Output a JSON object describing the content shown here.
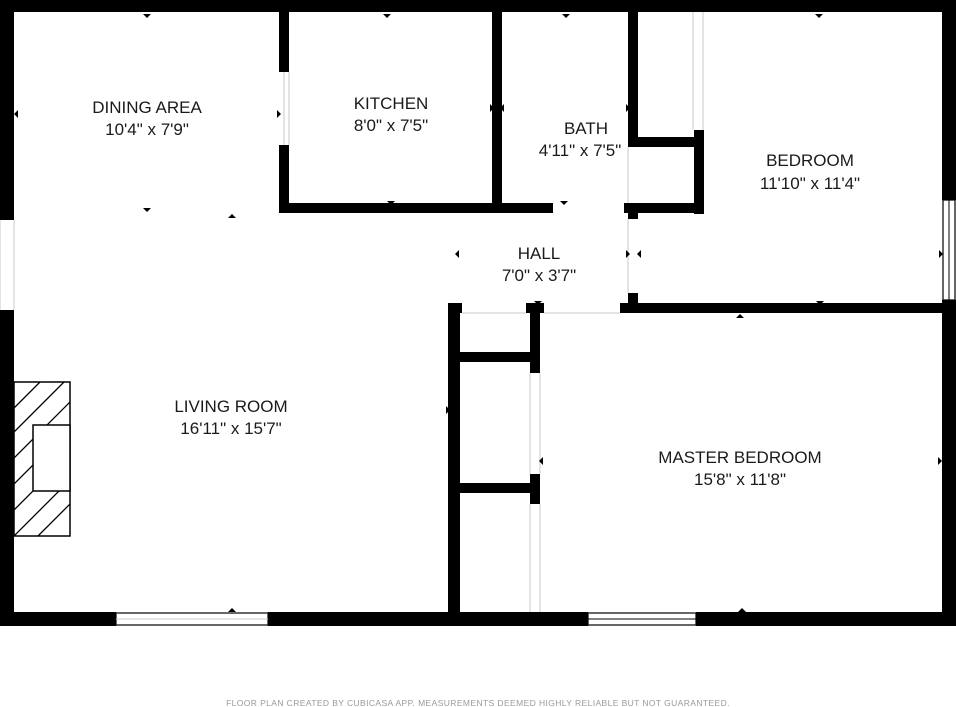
{
  "rooms": {
    "dining": {
      "name": "DINING AREA",
      "dims": "10'4\" x 7'9\""
    },
    "kitchen": {
      "name": "KITCHEN",
      "dims": "8'0\" x 7'5\""
    },
    "bath": {
      "name": "BATH",
      "dims": "4'11\" x 7'5\""
    },
    "bedroom": {
      "name": "BEDROOM",
      "dims": "11'10\" x 11'4\""
    },
    "hall": {
      "name": "HALL",
      "dims": "7'0\" x 3'7\""
    },
    "living": {
      "name": "LIVING ROOM",
      "dims": "16'11\" x 15'7\""
    },
    "master": {
      "name": "MASTER BEDROOM",
      "dims": "15'8\" x 11'8\""
    }
  },
  "footer": {
    "text": "FLOOR PLAN CREATED BY CUBICASA APP. MEASUREMENTS DEEMED HIGHLY RELIABLE BUT NOT GUARANTEED."
  },
  "colors": {
    "wall": "#000000",
    "text": "#1a1a1a",
    "footer": "#9a9a9a"
  }
}
